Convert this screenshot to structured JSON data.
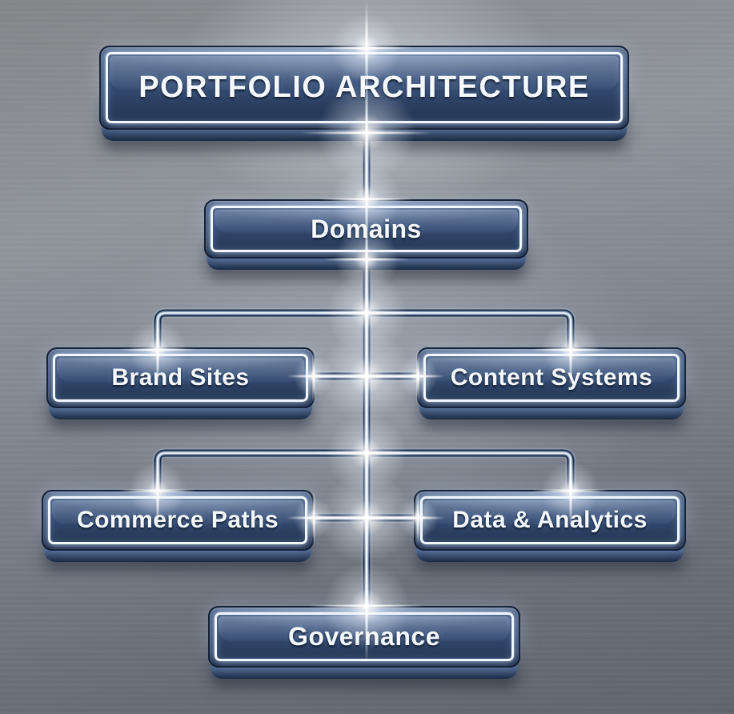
{
  "diagram": {
    "title": "PORTFOLIO ARCHITECTURE",
    "nodes": [
      {
        "id": "root",
        "label": "PORTFOLIO ARCHITECTURE",
        "level": 0
      },
      {
        "id": "domains",
        "label": "Domains",
        "level": 1
      },
      {
        "id": "brand-sites",
        "label": "Brand Sites",
        "level": 2
      },
      {
        "id": "content-systems",
        "label": "Content Systems",
        "level": 2
      },
      {
        "id": "commerce-paths",
        "label": "Commerce Paths",
        "level": 2
      },
      {
        "id": "data-analytics",
        "label": "Data & Analytics",
        "level": 2
      },
      {
        "id": "governance",
        "label": "Governance",
        "level": 3
      }
    ],
    "edges": [
      {
        "from": "root",
        "to": "domains"
      },
      {
        "from": "domains",
        "to": "brand-sites"
      },
      {
        "from": "domains",
        "to": "content-systems"
      },
      {
        "from": "domains",
        "to": "commerce-paths"
      },
      {
        "from": "domains",
        "to": "data-analytics"
      },
      {
        "from": "domains",
        "to": "governance"
      }
    ],
    "colors": {
      "panel_fill": "#33496e",
      "panel_border": "#0d1a30",
      "inner_frame": "#f2f7fd",
      "connector_dark": "#1c2d49",
      "connector_light": "#eef4fa",
      "background": "#82878f",
      "glow": "#ffffff",
      "label_text": "#f5f8fc"
    }
  }
}
